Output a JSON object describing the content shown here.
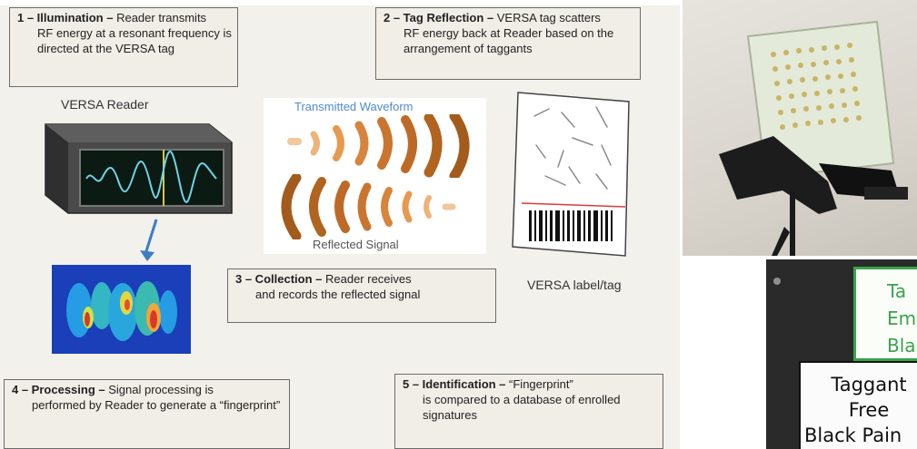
{
  "steps": [
    {
      "title": "1 – Illumination –",
      "lead": " Reader transmits",
      "rest": "RF energy at a resonant frequency is directed at the VERSA tag"
    },
    {
      "title": "2 – Tag Reflection –",
      "lead": " VERSA tag scatters",
      "rest": "RF energy back at Reader based on the arrangement of taggants"
    },
    {
      "title": "3 – Collection –",
      "lead": " Reader receives",
      "rest": "and records the reflected signal"
    },
    {
      "title": "4 – Processing –",
      "lead": " Signal processing is",
      "rest": "performed by Reader to generate a “fingerprint”"
    },
    {
      "title": "5 – Identification –",
      "lead": " “Fingerprint”",
      "rest": "is compared to a database of enrolled signatures"
    }
  ],
  "labels": {
    "reader": "VERSA Reader",
    "transmitted": "Transmitted Waveform",
    "reflected": "Reflected Signal",
    "tag": "VERSA label/tag"
  },
  "sign": {
    "green_fragment": [
      "Ta",
      "Em",
      "Bla"
    ],
    "white_lines": [
      "Taggant",
      "Free",
      "Black Pain"
    ]
  },
  "colors": {
    "wave": "#b0641f",
    "heatmap_bg": "#1a3fb8",
    "arrow": "#3d7cc9",
    "sign_green": "#3aa34a"
  }
}
